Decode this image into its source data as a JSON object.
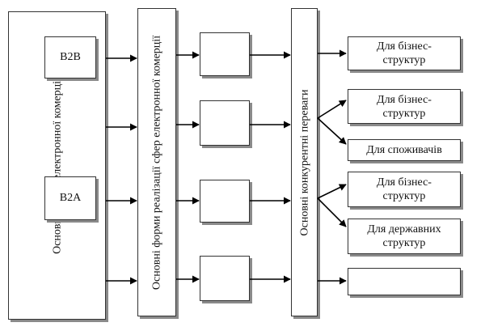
{
  "spheres_block": {
    "title": "Основні сфери електронної комерції",
    "items": [
      "B2B",
      "B2A"
    ]
  },
  "forms_block": {
    "title": "Основні форми реалізації сфер електронної комерції"
  },
  "advantages_block": {
    "title": "Основні конкурентні переваги"
  },
  "outputs": [
    "Для бізнес-\nструктур",
    "Для бізнес-\nструктур",
    "Для споживачів",
    "Для бізнес-\nструктур",
    "Для державних\nструктур",
    ""
  ],
  "colors": {
    "border": "#333333",
    "shadow": "#8a8a8a",
    "arrow": "#000000"
  }
}
